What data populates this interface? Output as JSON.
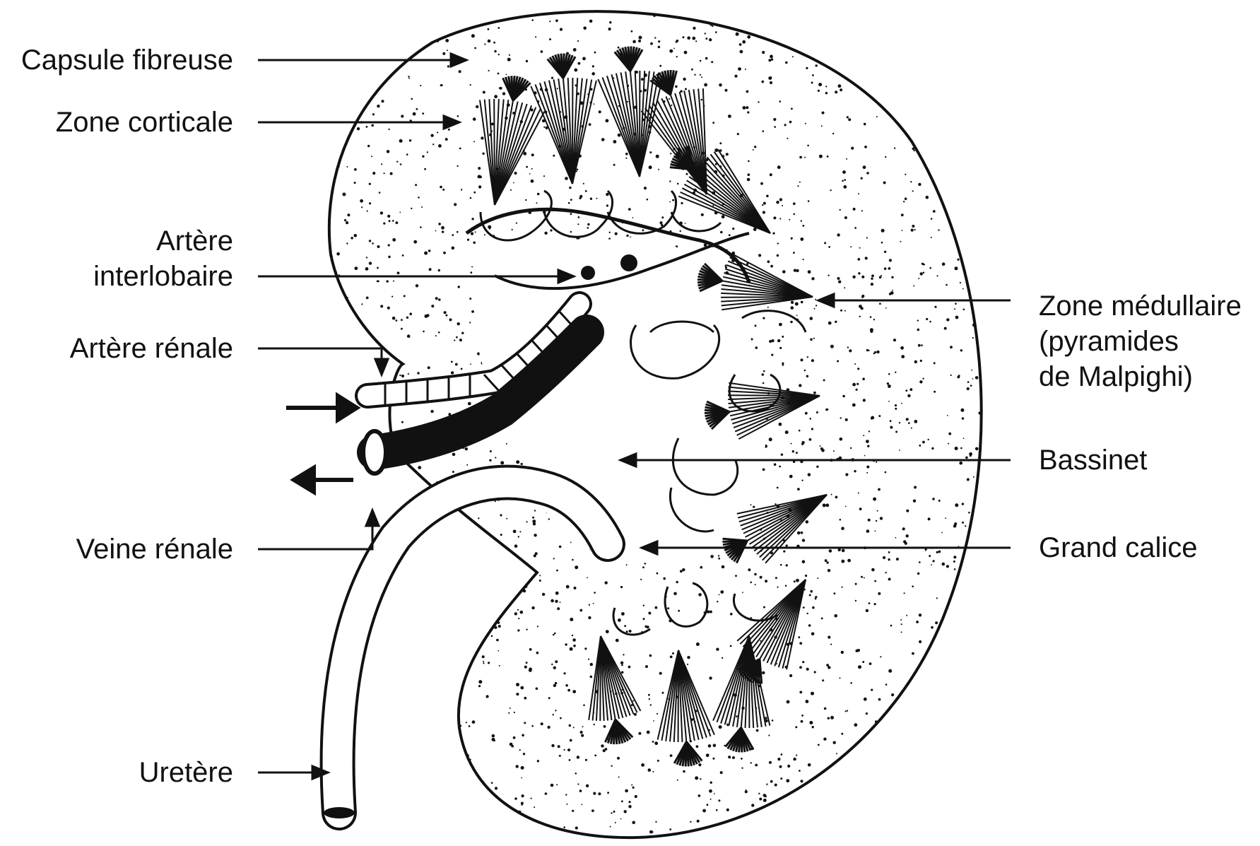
{
  "diagram": {
    "labels": {
      "capsule": "Capsule fibreuse",
      "cortex": "Zone corticale",
      "interlobar_line1": "Artère",
      "interlobar_line2": "interlobaire",
      "renal_artery": "Artère rénale",
      "renal_vein": "Veine rénale",
      "ureter": "Uretère",
      "medulla_line1": "Zone médullaire",
      "medulla_line2": "(pyramides",
      "medulla_line3": "de Malpighi)",
      "pelvis": "Bassinet",
      "calyx": "Grand calice"
    },
    "colors": {
      "ink": "#111111",
      "paper": "#ffffff",
      "vein": "#111111"
    }
  }
}
